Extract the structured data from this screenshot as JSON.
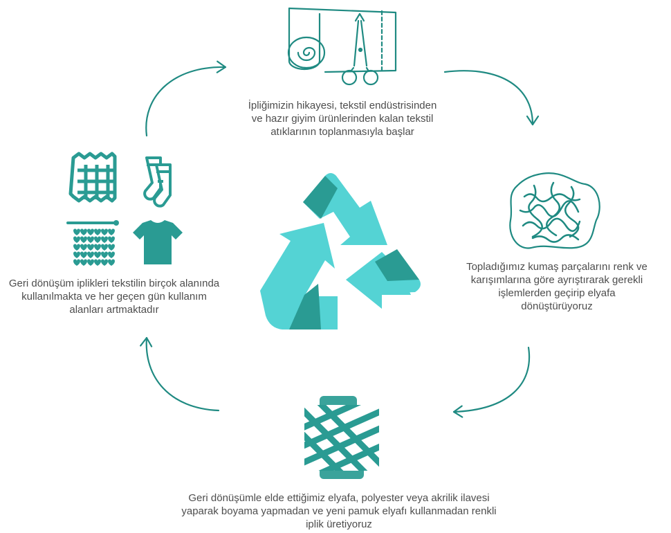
{
  "colors": {
    "teal_dark": "#1f8a82",
    "teal_mid": "#3aa39b",
    "teal_light": "#54d3d4",
    "teal_deep": "#2a9b93",
    "text": "#4d4d4d"
  },
  "steps": [
    {
      "icon": "fabric-roll-scissors-icon",
      "caption_lines": [
        "İpliğimizin hikayesi, tekstil endüstrisinden",
        "ve hazır giyim ürünlerinden kalan tekstil",
        "atıklarının toplanmasıyla başlar"
      ]
    },
    {
      "icon": "fiber-tangle-icon",
      "caption_lines": [
        "Topladığımız kumaş parçalarını renk ve",
        "karışımlarına göre ayrıştırarak gerekli",
        "işlemlerden geçirip elyafa",
        "dönüştürüyoruz"
      ]
    },
    {
      "icon": "yarn-spool-icon",
      "caption_lines": [
        "Geri dönüşümle elde ettiğimiz elyafa, polyester veya akrilik ilavesi",
        "yaparak boyama yapmadan ve yeni pamuk elyafı kullanmadan renkli",
        "iplik üretiyoruz"
      ]
    },
    {
      "icon": "textile-products-icon",
      "caption_lines": [
        "Geri dönüşüm iplikleri tekstilin birçok alanında",
        "kullanılmakta ve her geçen gün kullanım",
        "alanları artmaktadır"
      ]
    }
  ],
  "center_icon": "recycle-icon"
}
